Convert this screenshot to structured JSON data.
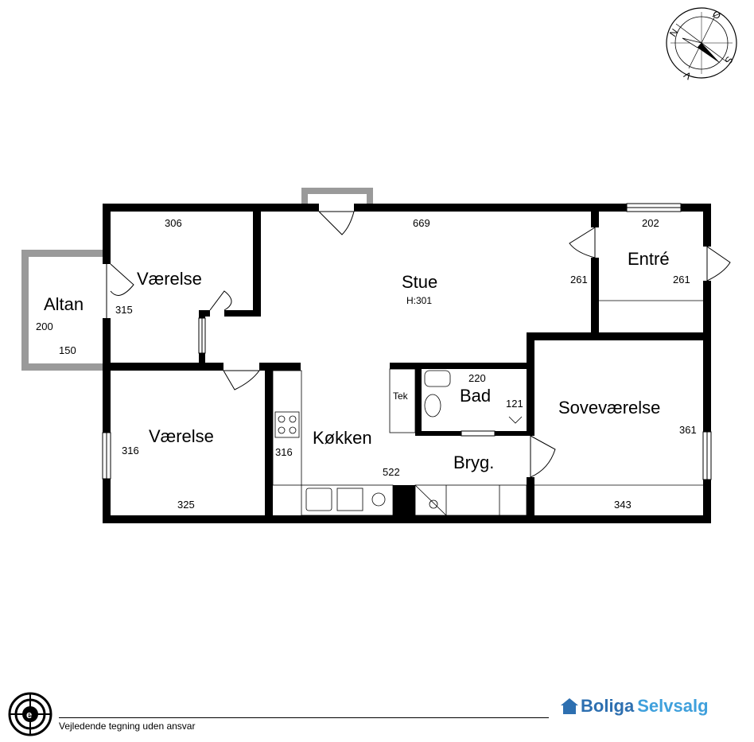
{
  "rooms": {
    "altan": {
      "name": "Altan",
      "dim_a": "200",
      "dim_b": "150"
    },
    "vaerelse_top": {
      "name": "Værelse",
      "dim_w": "306",
      "dim_h": "315"
    },
    "stue": {
      "name": "Stue",
      "height": "H:301",
      "dim_w": "669",
      "dim_h": "261"
    },
    "entre": {
      "name": "Entré",
      "dim_w": "202",
      "dim_h": "261"
    },
    "vaerelse_bottom": {
      "name": "Værelse",
      "dim_w": "325",
      "dim_h": "316"
    },
    "kokken": {
      "name": "Køkken",
      "dim_w": "522",
      "dim_h": "316"
    },
    "tek": {
      "name": "Tek"
    },
    "bad": {
      "name": "Bad",
      "dim_w": "220",
      "dim_h": "121"
    },
    "bryg": {
      "name": "Bryg."
    },
    "sovevaerelse": {
      "name": "Soveværelse",
      "dim_h": "361",
      "dim_w": "343"
    }
  },
  "compass": {
    "n": "N",
    "o": "Ø",
    "s": "S",
    "v": "V"
  },
  "footer": {
    "disclaimer": "Vejledende tegning uden ansvar",
    "brand_part1": "Boliga",
    "brand_part2": "Selvsalg"
  },
  "colors": {
    "wall": "#000000",
    "balcony": "#9a9a9a",
    "brand": "#2d7fc1"
  }
}
